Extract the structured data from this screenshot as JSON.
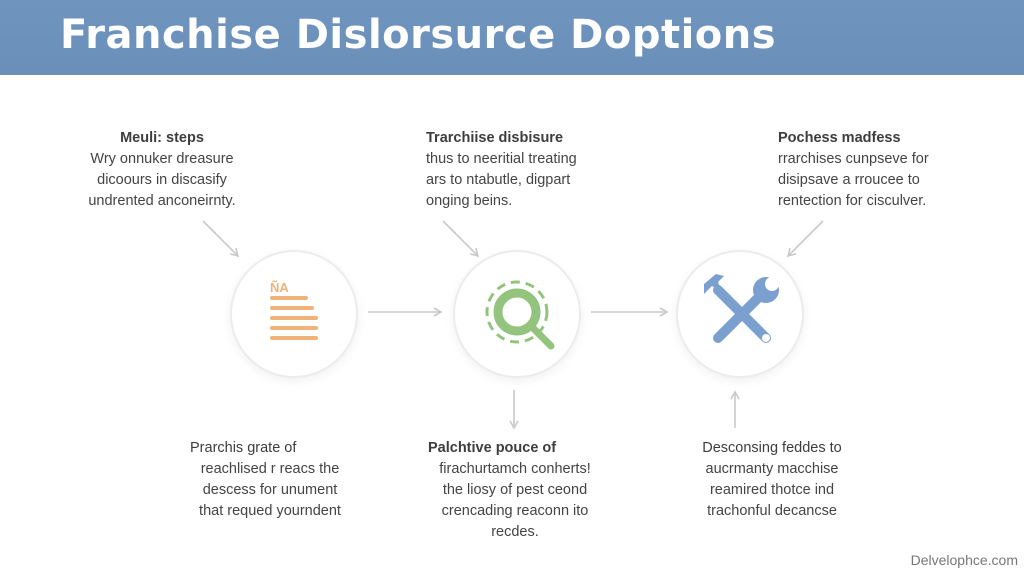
{
  "header": {
    "title": "Franchise Dislorsurce Doptions"
  },
  "top_blocks": [
    {
      "heading": "Meuli: steps",
      "lines": [
        "Wry onnuker dreasure",
        "dicoours in discasify",
        "undrented anconeirnty."
      ]
    },
    {
      "heading": "Trarchiise disbisure",
      "lines": [
        "thus to neeritial treating",
        "ars to ntabutle, digpart",
        "onging beins."
      ]
    },
    {
      "heading": "Pochess madfess",
      "lines": [
        "rrarchises cunpseve for",
        "disipsave a rroucee to",
        "rentection for cisculver."
      ]
    }
  ],
  "bottom_blocks": [
    {
      "heading": "Prarchis grate of",
      "lines": [
        "reachlised r reacs the",
        "descess for unument",
        "that requed yourndent"
      ]
    },
    {
      "heading": "Palchtive pouce of",
      "lines": [
        "firachurtamch conherts!",
        "the liosy of pest ceond",
        "crencading reaconn ito",
        "recdes."
      ]
    },
    {
      "heading": "Desconsing feddes to",
      "lines": [
        "aucrmanty macchise",
        "reamired thotce ind",
        "trachonful decancse"
      ]
    }
  ],
  "icons": {
    "left": "document-icon",
    "middle": "magnifier-icon",
    "right": "wrench-icon",
    "left_badge": "ÑA"
  },
  "colors": {
    "header": "#6f94bd",
    "document": "#f0b27a",
    "magnifier": "#93c47d",
    "wrench": "#7b9fcf",
    "arrow": "#c9c9c9"
  },
  "footer": {
    "brand": "Delvelophce.com"
  }
}
